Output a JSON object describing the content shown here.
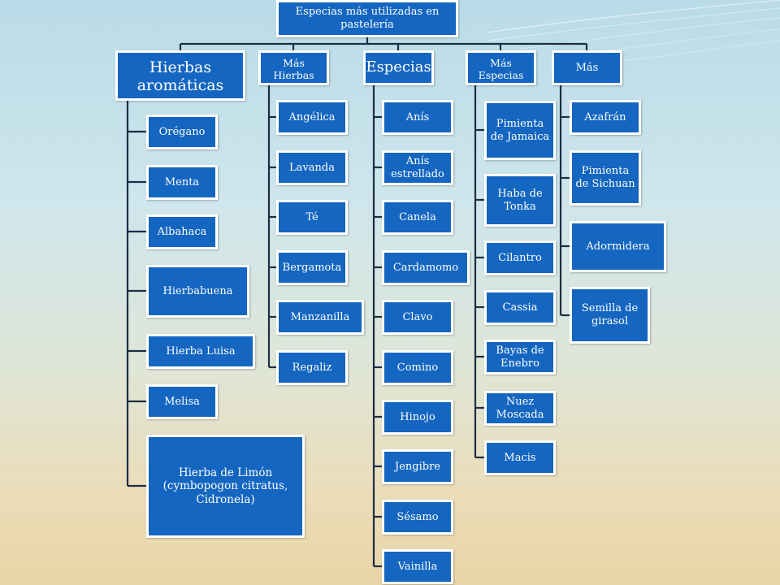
{
  "root": "Especias más utilizadas en pastelería",
  "categories": [
    {
      "label": "Hierbas aromáticas",
      "items": [
        "Orégano",
        "Menta",
        "Albahaca",
        "Hierbabuena",
        "Hierba Luisa",
        "Melisa",
        "Hierba de Limón (cymbopogon citratus, Cidronela)"
      ]
    },
    {
      "label": "Más Hierbas",
      "items": [
        "Angélica",
        "Lavanda",
        "Té",
        "Bergamota",
        "Manzanilla",
        "Regaliz"
      ]
    },
    {
      "label": "Especias",
      "items": [
        "Anís",
        "Anís estrellado",
        "Canela",
        "Cardamomo",
        "Clavo",
        "Comino",
        "Hinojo",
        "Jengibre",
        "Sésamo",
        "Vainilla"
      ]
    },
    {
      "label": "Más Especias",
      "items": [
        "Pimienta de Jamaica",
        "Haba de Tonka",
        "Cilantro",
        "Cassia",
        "Bayas de Enebro",
        "Nuez Moscada",
        "Macis"
      ]
    },
    {
      "label": "Más",
      "items": [
        "Azafrán",
        "Pimienta de Sichuan",
        "Adormidera",
        "Semilla de girasol"
      ]
    }
  ],
  "colors": {
    "node": "#1466c0",
    "border": "#ffffff",
    "connector": "#1c2e44"
  }
}
